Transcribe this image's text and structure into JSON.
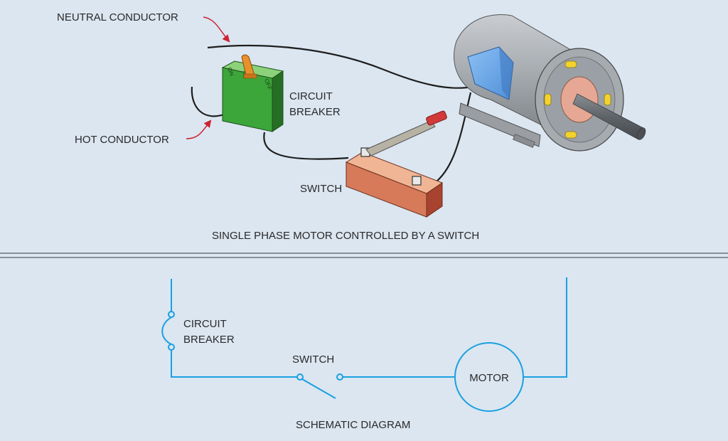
{
  "top": {
    "neutral_label": "NEUTRAL CONDUCTOR",
    "hot_label": "HOT CONDUCTOR",
    "breaker_line1": "CIRCUIT",
    "breaker_line2": "BREAKER",
    "breaker_on": "ON",
    "breaker_off": "OFF",
    "switch_label": "SWITCH",
    "caption": "SINGLE PHASE MOTOR CONTROLLED BY A SWITCH"
  },
  "schematic": {
    "breaker_line1": "CIRCUIT",
    "breaker_line2": "BREAKER",
    "switch_label": "SWITCH",
    "motor_label": "MOTOR",
    "caption": "SCHEMATIC DIAGRAM"
  },
  "colors": {
    "background": "#dbe6f1",
    "schematic_line": "#1aa0e0",
    "divider": "#6a7580",
    "breaker_green": "#3da63a",
    "switch_base": "#d67a5a",
    "motor_body": "#9ea3a8",
    "junction_box": "#5f9fe6",
    "label_arrow": "#cc2233"
  }
}
